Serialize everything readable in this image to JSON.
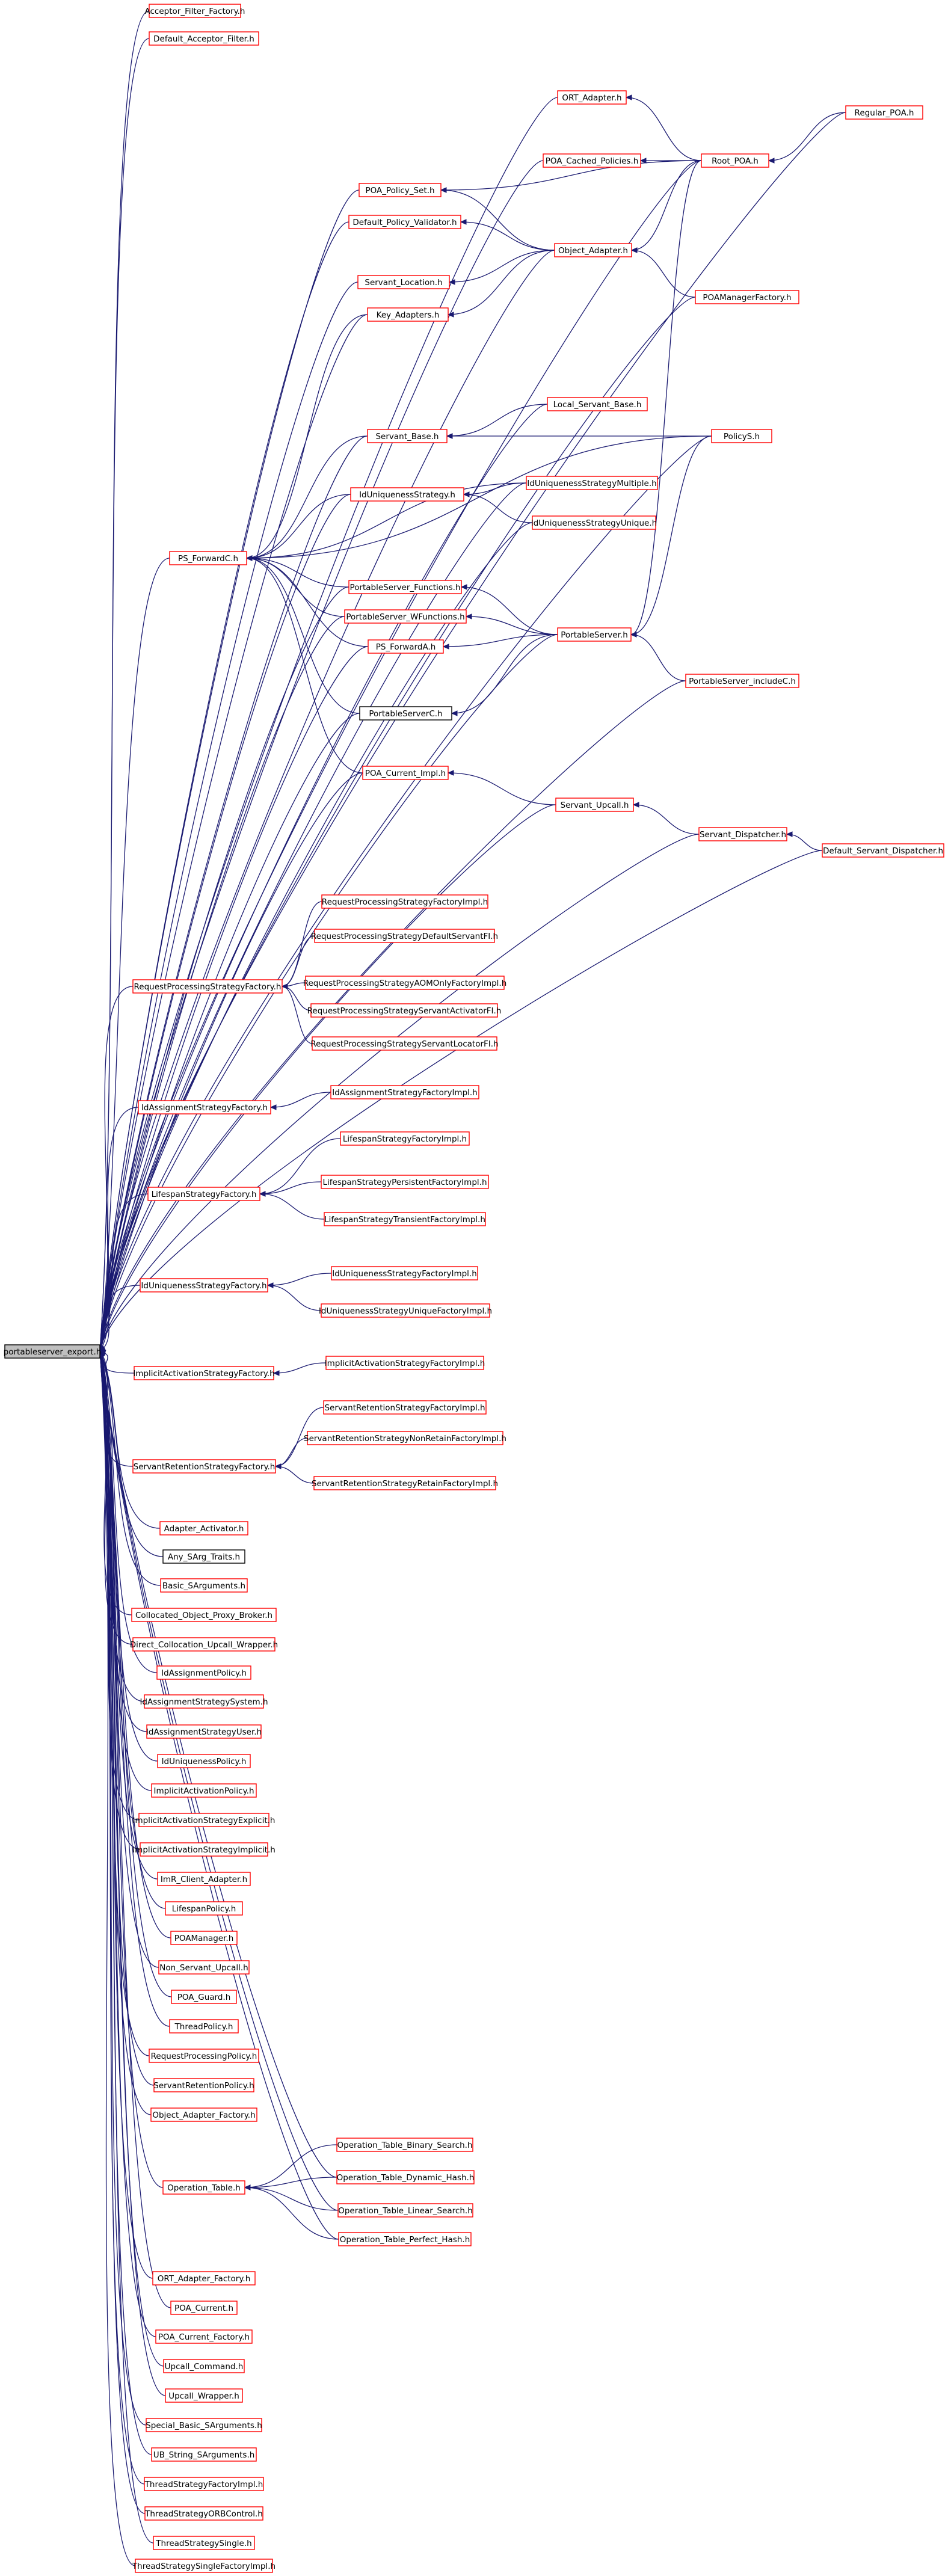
{
  "colors": {
    "edge": "#191970",
    "node_border": "#ff0000",
    "node_border_plain": "#000000",
    "root_fill": "#bfbfbf"
  },
  "root": "portableserver_export.h",
  "nodes": {
    "n_root": "portableserver_export.h",
    "n1": "Acceptor_Filter_Factory.h",
    "n2": "Default_Acceptor_Filter.h",
    "n3": "ORT_Adapter.h",
    "n4": "Regular_POA.h",
    "n5": "POA_Cached_Policies.h",
    "n6": "Root_POA.h",
    "n7": "POA_Policy_Set.h",
    "n8": "Default_Policy_Validator.h",
    "n9": "Object_Adapter.h",
    "n10": "Servant_Location.h",
    "n11": "POAManagerFactory.h",
    "n12": "Key_Adapters.h",
    "n13": "Local_Servant_Base.h",
    "n14": "Servant_Base.h",
    "n15": "PolicyS.h",
    "n16": "IdUniquenessStrategyMultiple.h",
    "n17": "IdUniquenessStrategy.h",
    "n18": "IdUniquenessStrategyUnique.h",
    "n19": "PS_ForwardC.h",
    "n20": "PortableServer_Functions.h",
    "n21": "PortableServer_WFunctions.h",
    "n22": "PortableServer.h",
    "n23": "PS_ForwardA.h",
    "n24": "PortableServer_includeC.h",
    "n25": "PortableServerC.h",
    "n26": "POA_Current_Impl.h",
    "n27": "Servant_Upcall.h",
    "n28": "Servant_Dispatcher.h",
    "n29": "Default_Servant_Dispatcher.h",
    "n30": "RequestProcessingStrategyFactoryImpl.h",
    "n31": "RequestProcessingStrategyDefaultServantFI.h",
    "n32": "RequestProcessingStrategyFactory.h",
    "n33": "RequestProcessingStrategyAOMOnlyFactoryImpl.h",
    "n34": "RequestProcessingStrategyServantActivatorFI.h",
    "n35": "RequestProcessingStrategyServantLocatorFI.h",
    "n36": "IdAssignmentStrategyFactoryImpl.h",
    "n37": "IdAssignmentStrategyFactory.h",
    "n38": "LifespanStrategyFactoryImpl.h",
    "n39": "LifespanStrategyFactory.h",
    "n40": "LifespanStrategyPersistentFactoryImpl.h",
    "n41": "LifespanStrategyTransientFactoryImpl.h",
    "n42": "IdUniquenessStrategyFactory.h",
    "n43": "IdUniquenessStrategyFactoryImpl.h",
    "n44": "IdUniquenessStrategyUniqueFactoryImpl.h",
    "n45": "ImplicitActivationStrategyFactory.h",
    "n46": "ImplicitActivationStrategyFactoryImpl.h",
    "n47": "ServantRetentionStrategyFactoryImpl.h",
    "n48": "ServantRetentionStrategyFactory.h",
    "n49": "ServantRetentionStrategyNonRetainFactoryImpl.h",
    "n50": "ServantRetentionStrategyRetainFactoryImpl.h",
    "n51": "Adapter_Activator.h",
    "n52": "Any_SArg_Traits.h",
    "n53": "Basic_SArguments.h",
    "n54": "Collocated_Object_Proxy_Broker.h",
    "n55": "Direct_Collocation_Upcall_Wrapper.h",
    "n56": "IdAssignmentPolicy.h",
    "n57": "IdAssignmentStrategySystem.h",
    "n58": "IdAssignmentStrategyUser.h",
    "n59": "IdUniquenessPolicy.h",
    "n60": "ImplicitActivationPolicy.h",
    "n61": "ImplicitActivationStrategyExplicit.h",
    "n62": "ImplicitActivationStrategyImplicit.h",
    "n63": "ImR_Client_Adapter.h",
    "n64": "LifespanPolicy.h",
    "n65": "POAManager.h",
    "n66": "Non_Servant_Upcall.h",
    "n67": "POA_Guard.h",
    "n68": "ThreadPolicy.h",
    "n69": "RequestProcessingPolicy.h",
    "n70": "ServantRetentionPolicy.h",
    "n71": "Object_Adapter_Factory.h",
    "n72": "Operation_Table_Binary_Search.h",
    "n73": "Operation_Table.h",
    "n74": "Operation_Table_Dynamic_Hash.h",
    "n75": "Operation_Table_Linear_Search.h",
    "n76": "Operation_Table_Perfect_Hash.h",
    "n77": "ORT_Adapter_Factory.h",
    "n78": "POA_Current.h",
    "n79": "POA_Current_Factory.h",
    "n80": "Upcall_Command.h",
    "n81": "Upcall_Wrapper.h",
    "n82": "Special_Basic_SArguments.h",
    "n83": "UB_String_SArguments.h",
    "n84": "ThreadStrategyFactoryImpl.h",
    "n85": "ThreadStrategyORBControl.h",
    "n86": "ThreadStrategySingle.h",
    "n87": "ThreadStrategySingleFactoryImpl.h"
  }
}
